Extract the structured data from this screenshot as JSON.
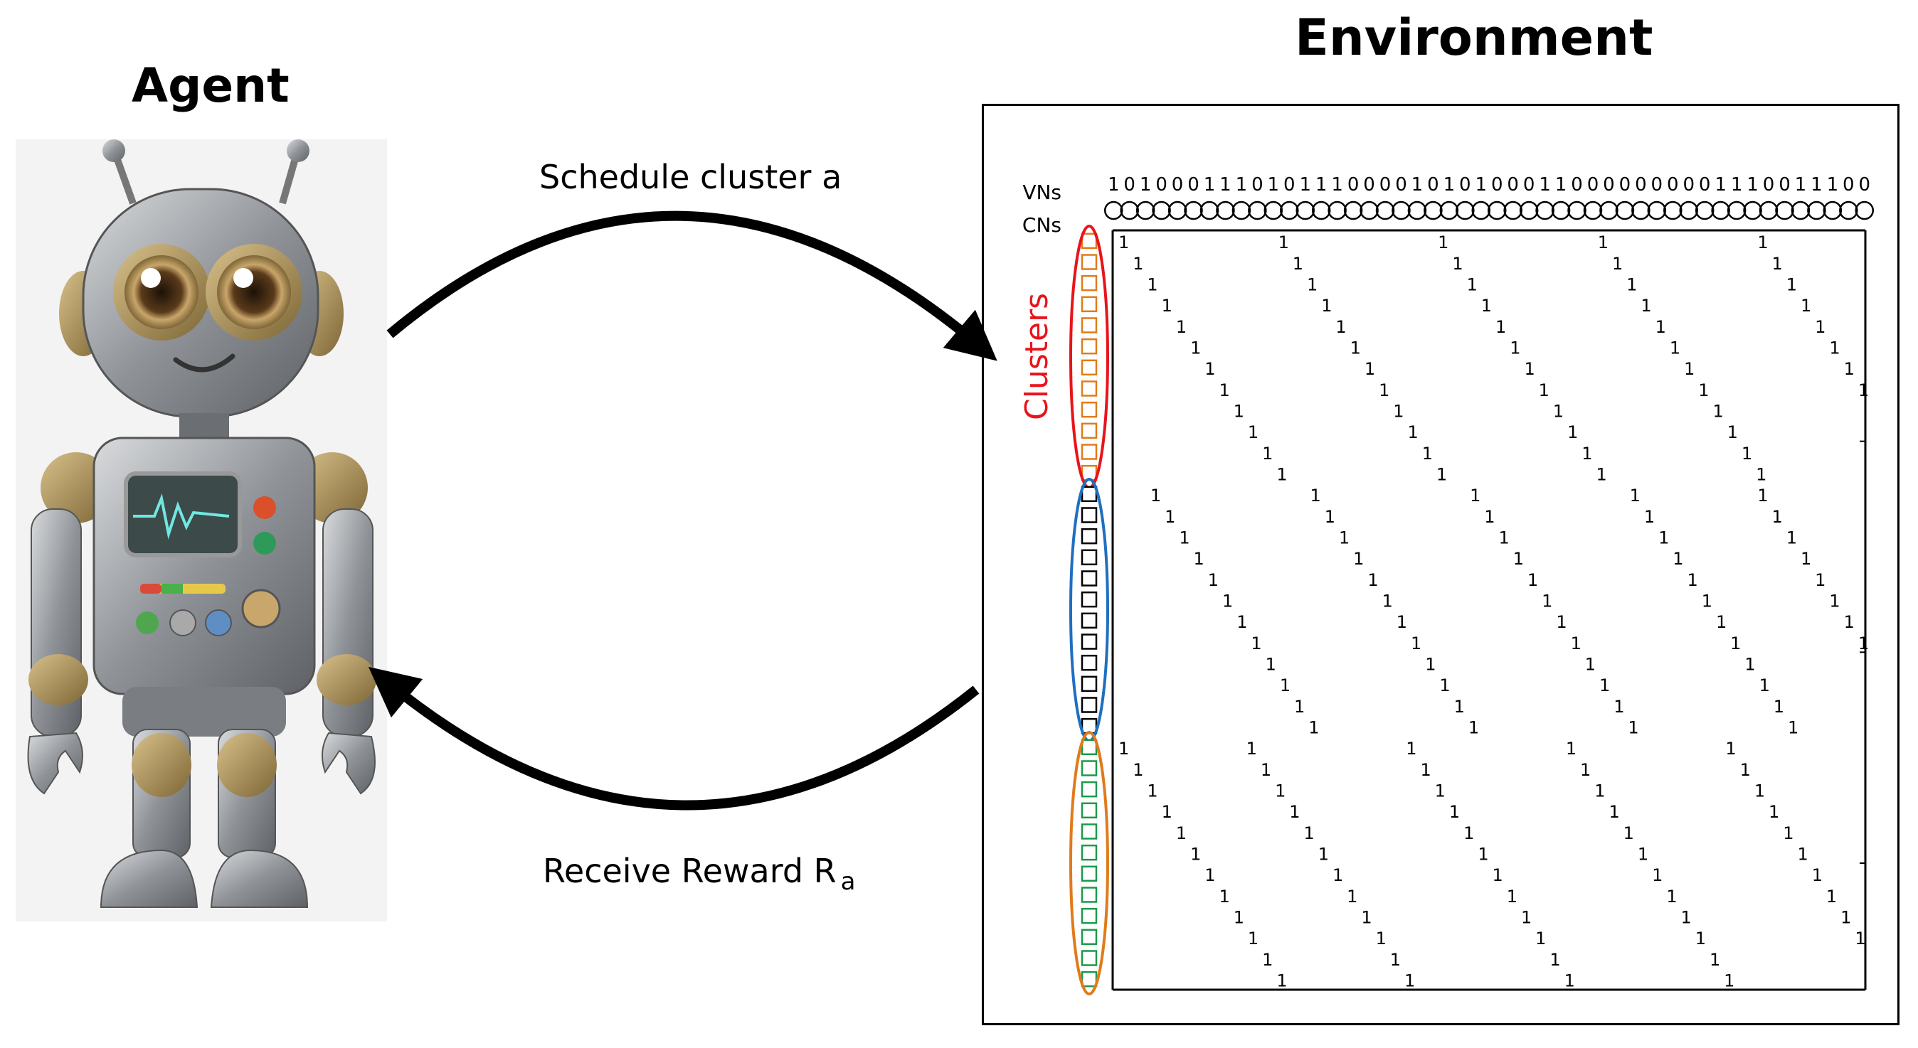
{
  "agent": {
    "title": "Agent",
    "image": "robot-illustration"
  },
  "environment": {
    "title": "Environment",
    "vn_label": "VNs",
    "cn_label": "CNs",
    "clusters_label": "Clusters",
    "vn_bits": "101000111010111000010101000110000000001110011100",
    "matrix_entry": "1",
    "cluster_colors": [
      "#e8141b",
      "#1f6fbf",
      "#e07b1a"
    ],
    "cn_square_colors": [
      "#e07b1a",
      "#000000",
      "#1a9a4a"
    ],
    "cluster_sizes": [
      12,
      12,
      12
    ]
  },
  "arrows": {
    "schedule_label": "Schedule cluster a",
    "reward_label": "Receive Reward R",
    "reward_subscript": "a"
  }
}
